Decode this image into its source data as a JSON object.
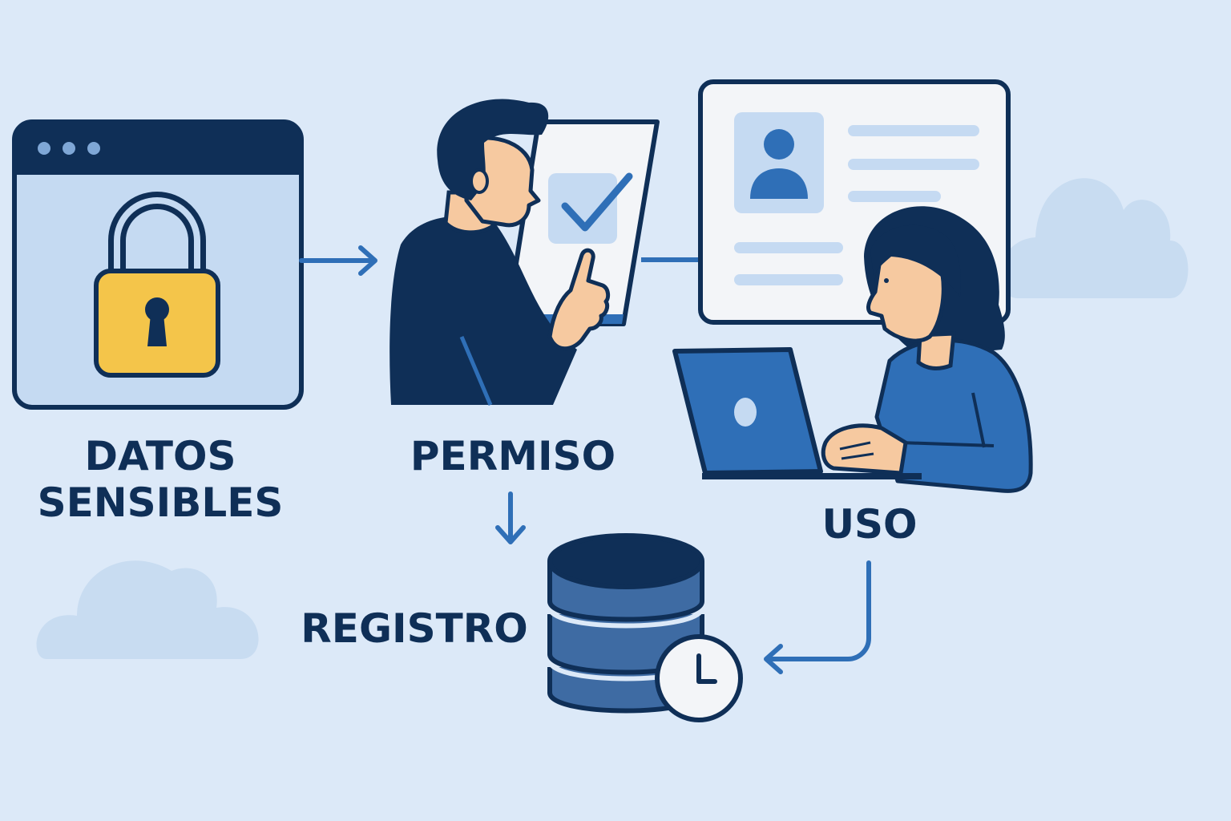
{
  "steps": {
    "datos": {
      "line1": "DATOS",
      "line2": "SENSIBLES"
    },
    "permiso": {
      "label": "PERMISO"
    },
    "uso": {
      "label": "USO"
    },
    "registro": {
      "label": "REGISTRO"
    }
  },
  "icons": {
    "datos": "browser-lock-icon",
    "permiso": "person-tapping-checkmark-icon",
    "uso": "woman-with-laptop-and-profile-card-icon",
    "registro": "database-clock-icon"
  },
  "colors": {
    "background": "#dce9f8",
    "navy": "#0f2f57",
    "accent_blue": "#2f6fb7",
    "lock_yellow": "#f4c54a",
    "skin": "#f6c9a0",
    "light_panel": "#f3f5f8"
  }
}
